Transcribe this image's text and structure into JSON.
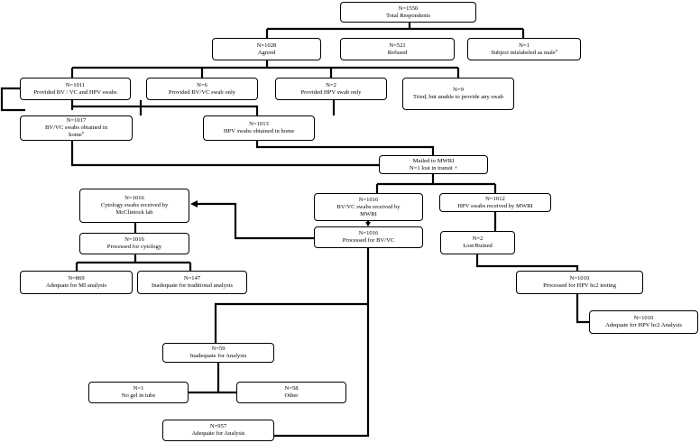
{
  "boxes": {
    "total": {
      "count": "N=1550",
      "label": "Total Respondents"
    },
    "agreed": {
      "count": "N=1028",
      "label": "Agreed"
    },
    "refused": {
      "count": "N=521",
      "label": "Refused"
    },
    "male": {
      "count": "N=1",
      "label": "Subject mislabeled as male",
      "mark": "a"
    },
    "both_swabs": {
      "count": "N=1011",
      "label": "Provided BV / VC and HPV swabs"
    },
    "bv_only": {
      "count": "N=6",
      "label": "Provided BV/VC swab only"
    },
    "hpv_only": {
      "count": "N=2",
      "label": "Provided HPV swab only"
    },
    "tried": {
      "count": "N=9",
      "label": "Tried, but unable to provide any swab"
    },
    "bv_home": {
      "count": "N=1017",
      "label": "BV/VC swabs obtained in",
      "label2": "home",
      "mark": "a"
    },
    "hpv_home": {
      "count": "N=1013",
      "label": "HPV swabs obtained in home"
    },
    "mailed": {
      "label": "Mailed to MWRI",
      "label2": "N=1 lost in transit +"
    },
    "cytology_received": {
      "count": "N=1016",
      "label": "Cytology swabs received by",
      "label2": "McClintock lab"
    },
    "bv_received": {
      "count": "N=1016",
      "label": "BV/VC swabs received by",
      "label2": "MWRI"
    },
    "hpv_received": {
      "count": "N=1012",
      "label": "HPV swabs received by MWRI"
    },
    "processed_cytology": {
      "count": "N=1016",
      "label": "Processed for cytology"
    },
    "processed_bv": {
      "count": "N=1016",
      "label": "Processed for BV/VC"
    },
    "lost_ruined": {
      "count": "N=2",
      "label": "Lost/Ruined"
    },
    "adequate_mi": {
      "count": "N=869",
      "label": "Adequate for MI analysis"
    },
    "inadequate_traditional": {
      "count": "N=147",
      "label": "Inadequate for traditional analysis"
    },
    "processed_hpv": {
      "count": "N=1010",
      "label": "Processed for HPV hc2 testing"
    },
    "adequate_hpv": {
      "count": "N=1010",
      "label": "Adequate for HPV hc2 Analysis"
    },
    "inadequate_analysis": {
      "count": "N=59",
      "label": "Inadequate for Analysis"
    },
    "no_gel": {
      "count": "N=1",
      "label": "No gel in tube"
    },
    "other": {
      "count": "N=58",
      "label": "Other"
    },
    "adequate_analysis": {
      "count": "N=957",
      "label": "Adequate for Analysis"
    }
  }
}
